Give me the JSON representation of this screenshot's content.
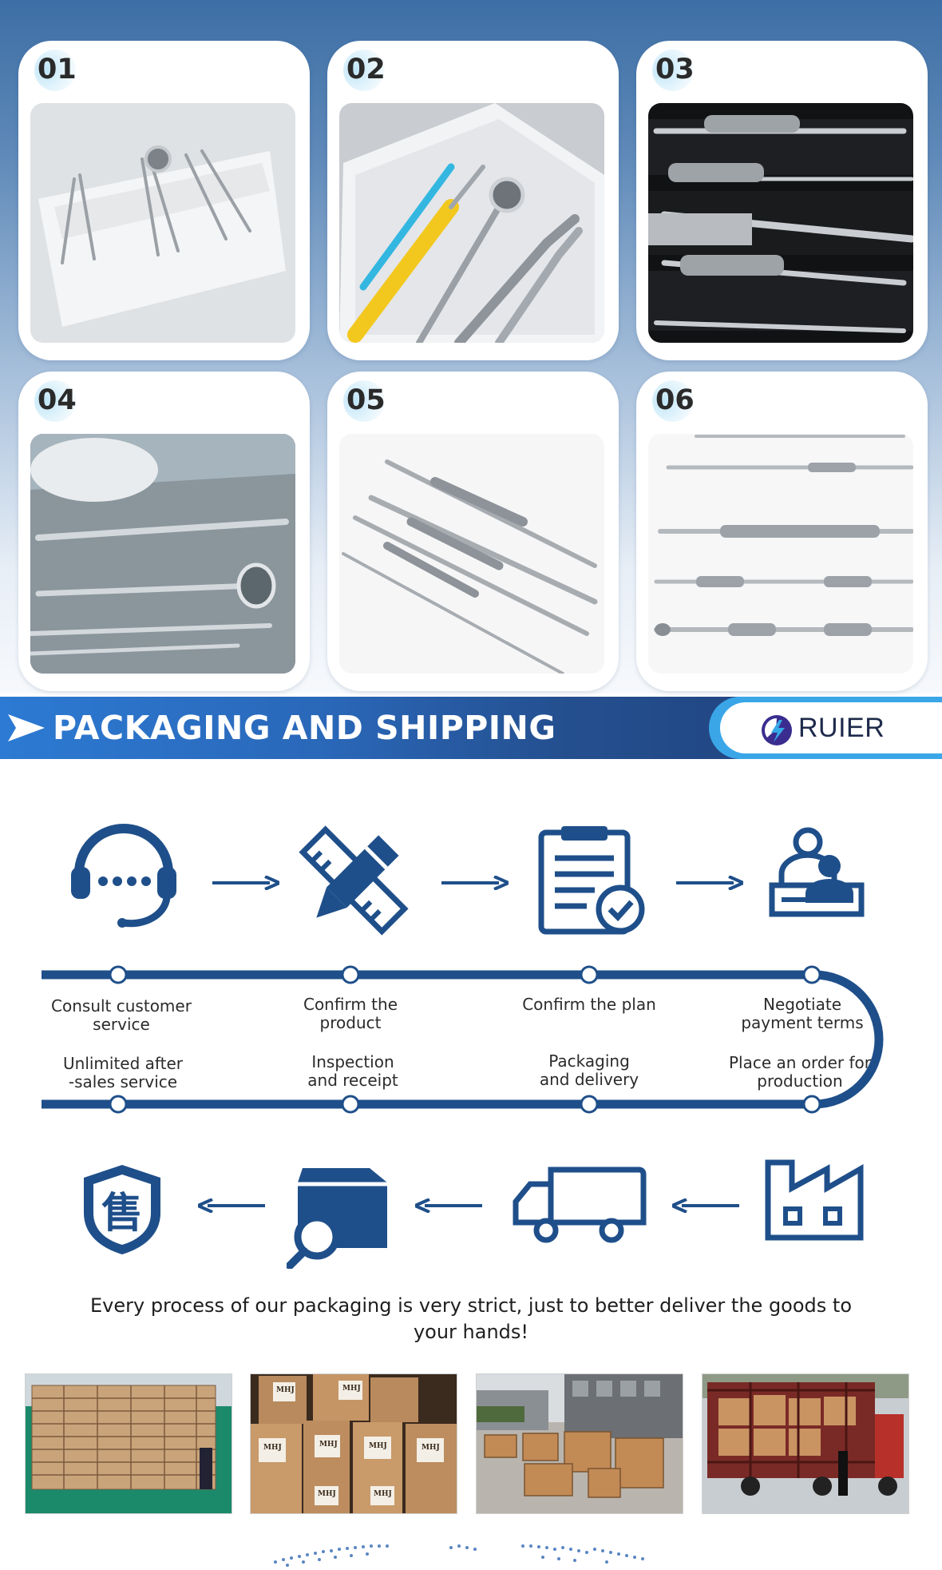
{
  "product_grid": {
    "items": [
      {
        "number": "01",
        "image": "dental-instruments-in-white-tray"
      },
      {
        "number": "02",
        "image": "dental-tools-colored-handles-on-tray"
      },
      {
        "number": "03",
        "image": "steel-instruments-in-black-foam-case"
      },
      {
        "number": "04",
        "image": "gloved-hand-with-mirror-and-probes"
      },
      {
        "number": "05",
        "image": "double-ended-probes-on-white"
      },
      {
        "number": "06",
        "image": "curettes-and-scalers-on-white"
      }
    ]
  },
  "banner": {
    "title": "PACKAGING AND SHIPPING",
    "logo_text": "RUIER",
    "colors": {
      "start": "#2c7ad3",
      "end": "#1f3f78",
      "accent": "#3aa6e8"
    }
  },
  "process": {
    "accent_color": "#1f4f8a",
    "top_icons": [
      "headset-icon",
      "pencil-ruler-icon",
      "clipboard-check-icon",
      "team-contract-icon"
    ],
    "bottom_icons": [
      "shield-sale-icon",
      "package-search-icon",
      "delivery-truck-icon",
      "factory-icon"
    ],
    "steps_top": [
      "Consult customer\nservice",
      "Confirm the\nproduct",
      "Confirm the plan",
      "Negotiate\npayment terms"
    ],
    "steps_bottom": [
      "Unlimited after\n-sales service",
      "Inspection\nand receipt",
      "Packaging\nand delivery",
      "Place an order for\nproduction"
    ],
    "sale_glyph": "售",
    "tagline": "Every process of our packaging is very strict, just to better deliver the goods to your hands!"
  },
  "shipping_photos": [
    {
      "image": "stacked-cartons-warehouse"
    },
    {
      "image": "cartons-labeled-mhj"
    },
    {
      "image": "wooden-crates-in-yard"
    },
    {
      "image": "truck-loading-cartons"
    }
  ],
  "carton_label": "MHJ"
}
